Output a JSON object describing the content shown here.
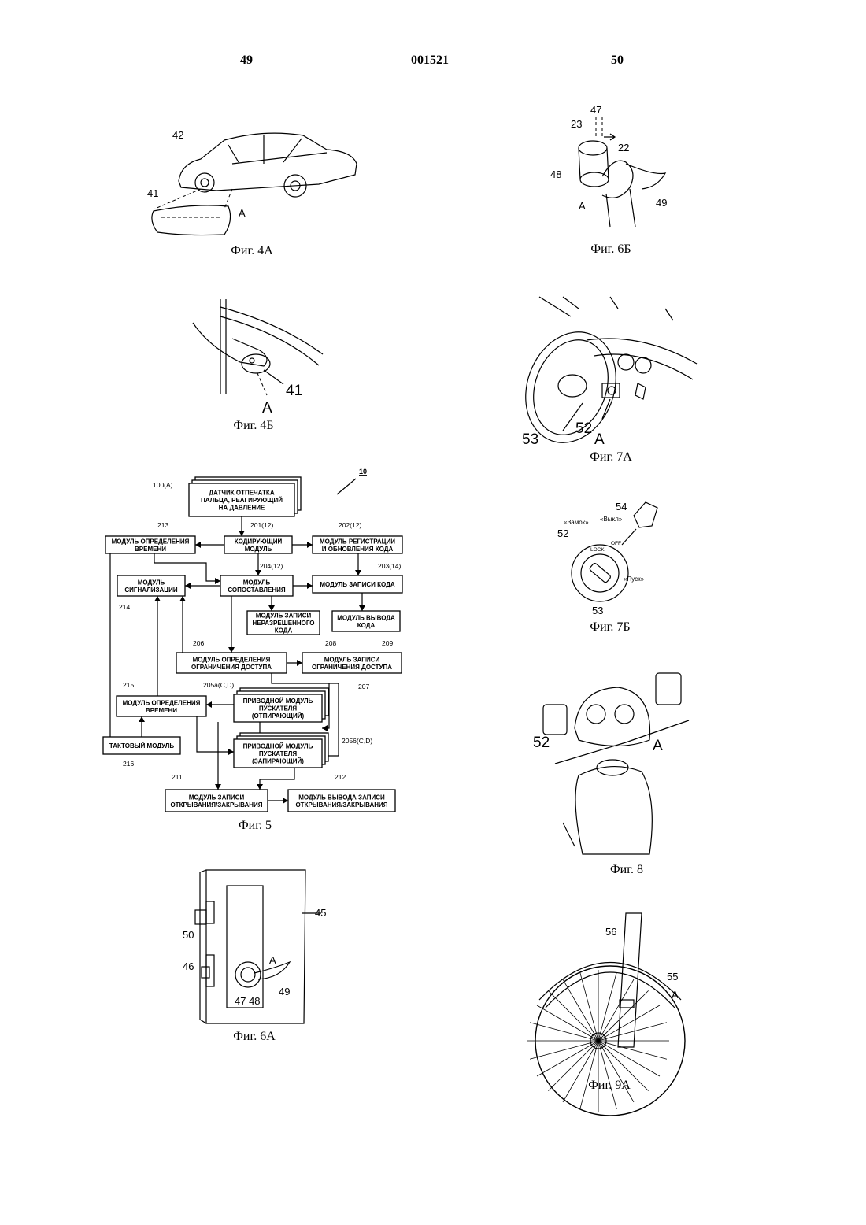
{
  "header": {
    "left_page": "49",
    "doc_number": "001521",
    "right_page": "50"
  },
  "captions": {
    "fig4a": "Фиг. 4А",
    "fig4b": "Фиг. 4Б",
    "fig5": "Фиг. 5",
    "fig6a": "Фиг. 6А",
    "fig6b": "Фиг. 6Б",
    "fig7a": "Фиг. 7А",
    "fig7b": "Фиг. 7Б",
    "fig8": "Фиг. 8",
    "fig9a": "Фиг. 9А"
  },
  "fig4a": {
    "labels": [
      "42",
      "41",
      "A"
    ]
  },
  "fig4b": {
    "labels": [
      "41",
      "A"
    ]
  },
  "fig6a": {
    "labels": [
      "45",
      "50",
      "46",
      "A",
      "49",
      "47 48"
    ]
  },
  "fig6b": {
    "labels": [
      "47",
      "23",
      "22",
      "48",
      "A",
      "49"
    ]
  },
  "fig7a": {
    "labels": [
      "52",
      "A",
      "53"
    ]
  },
  "fig7b": {
    "labels": [
      "54",
      "52",
      "«Замок»",
      "«Выкл»",
      "LOCK",
      "OFF",
      "«Пуск»",
      "53"
    ]
  },
  "fig8": {
    "labels": [
      "52",
      "A"
    ]
  },
  "fig9a": {
    "labels": [
      "56",
      "55",
      "A"
    ]
  },
  "fig5": {
    "number": "10",
    "blocks": {
      "sensor": [
        "ДАТЧИК ОТПЕЧАТКА",
        "ПАЛЬЦА, РЕАГИРУЮЩИЙ",
        "НА ДАВЛЕНИЕ"
      ],
      "encoder": [
        "КОДИРУЮЩИЙ",
        "МОДУЛЬ"
      ],
      "registration": [
        "МОДУЛЬ РЕГИСТРАЦИИ",
        "И ОБНОВЛЕНИЯ КОДА"
      ],
      "time1": [
        "МОДУЛЬ ОПРЕДЕЛЕНИЯ",
        "ВРЕМЕНИ"
      ],
      "compare": [
        "МОДУЛЬ",
        "СОПОСТАВЛЕНИЯ"
      ],
      "code_record": [
        "МОДУЛЬ ЗАПИСИ КОДА"
      ],
      "alarm": [
        "МОДУЛЬ",
        "СИГНАЛИЗАЦИИ"
      ],
      "unauth": [
        "МОДУЛЬ ЗАПИСИ",
        "НЕРАЗРЕШЕННОГО",
        "КОДА"
      ],
      "code_out": [
        "МОДУЛЬ ВЫВОДА",
        "КОДА"
      ],
      "access": [
        "МОДУЛЬ ОПРЕДЕЛЕНИЯ",
        "ОГРАНИЧЕНИЯ ДОСТУПА"
      ],
      "access_rec": [
        "МОДУЛЬ ЗАПИСИ",
        "ОГРАНИЧЕНИЯ ДОСТУПА"
      ],
      "time2": [
        "МОДУЛЬ ОПРЕДЕЛЕНИЯ",
        "ВРЕМЕНИ"
      ],
      "drive_unlock": [
        "ПРИВОДНОЙ МОДУЛЬ",
        "ПУСКАТЕЛЯ",
        "(ОТПИРАЮЩИЙ)"
      ],
      "clock": [
        "ТАКТОВЫЙ МОДУЛЬ"
      ],
      "drive_lock": [
        "ПРИВОДНОЙ МОДУЛЬ",
        "ПУСКАТЕЛЯ",
        "(ЗАПИРАЮЩИЙ)"
      ],
      "oc_record": [
        "МОДУЛЬ ЗАПИСИ",
        "ОТКРЫВАНИЯ/ЗАКРЫВАНИЯ"
      ],
      "oc_out": [
        "МОДУЛЬ ВЫВОДА ЗАПИСИ",
        "ОТКРЫВАНИЯ/ЗАКРЫВАНИЯ"
      ]
    },
    "refs": {
      "sensor": "100(A)",
      "encoder": "201(12)",
      "registration": "202(12)",
      "time1": "213",
      "compare": "204(12)",
      "code_record": "203(14)",
      "alarm": "214",
      "unauth": "208",
      "code_out": "209",
      "access": "206",
      "access_rec": "207",
      "time2": "215",
      "drive_unlock": "205a(C,D)",
      "clock": "216",
      "drive_lock": "2056(C,D)",
      "oc_record": "211",
      "oc_out": "212"
    }
  }
}
